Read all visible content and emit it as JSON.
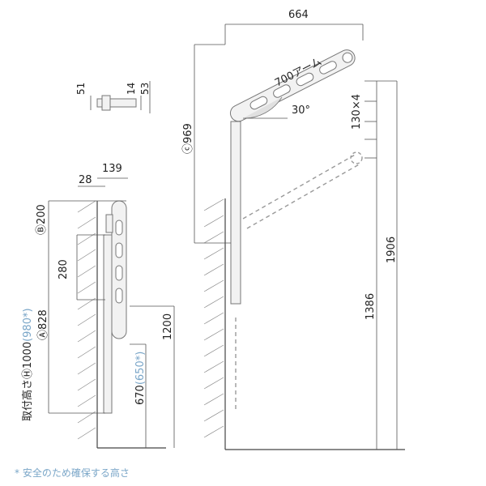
{
  "top_view": {
    "dim_664": "664",
    "arm_label": "700アーム",
    "angle": "30°",
    "dim_130x4": "130×4",
    "dim_969": "ⓒ969",
    "dim_1906": "1906",
    "dim_1386": "1386"
  },
  "bracket_detail": {
    "dim_51": "51",
    "dim_14": "14",
    "dim_53": "53"
  },
  "side_view": {
    "dim_139": "139",
    "dim_28": "28",
    "dim_b200": "Ⓑ200",
    "dim_280": "280",
    "dim_a828": "Ⓐ828",
    "height_label": "取付高さⒽ1000",
    "height_alt": "(980*)",
    "dim_1200": "1200",
    "dim_670": "670",
    "dim_670_alt": "(650*)"
  },
  "footnote": "* 安全のため確保する高さ"
}
